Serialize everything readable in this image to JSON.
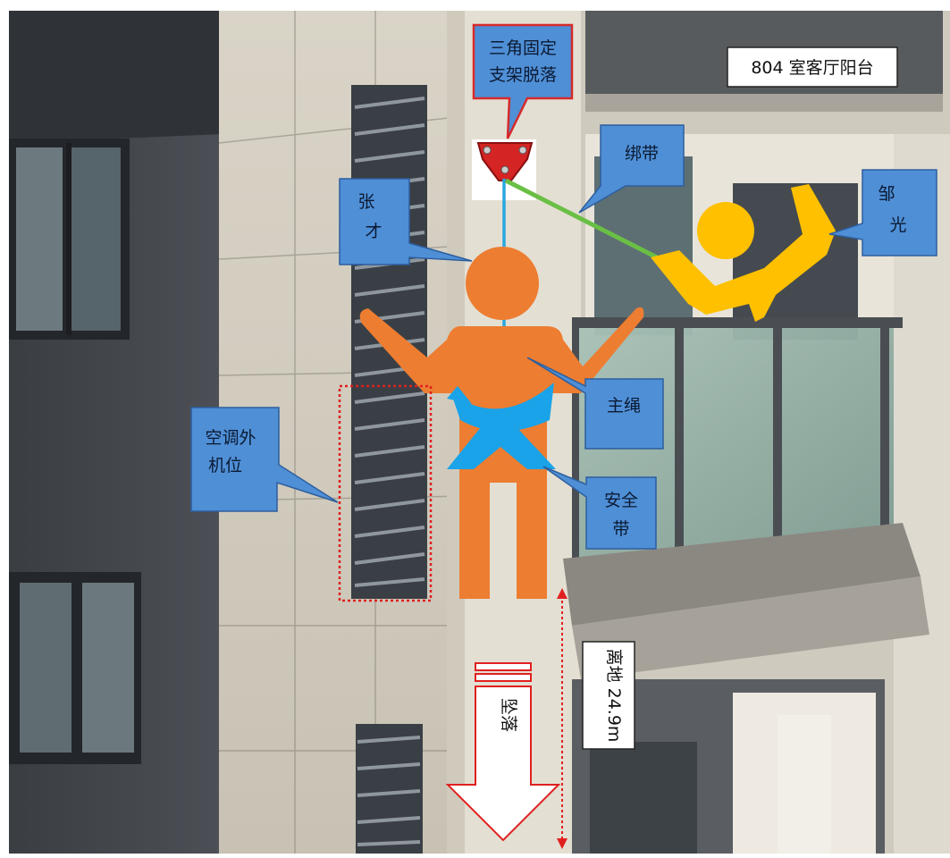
{
  "labels": {
    "room": "804 室客厅阳台",
    "bracket_line1": "三角固定",
    "bracket_line2": "支架脱落",
    "strap": "绑带",
    "worker_a_line1": "张",
    "worker_a_line2": "才",
    "worker_b_line1": "邹",
    "worker_b_line2": "光",
    "main_rope": "主绳",
    "ac_line1": "空调外",
    "ac_line2": "机位",
    "belt_line1": "安全",
    "belt_line2": "带",
    "fall": "坠落",
    "height": "离地 24.9m"
  },
  "colors": {
    "callout_fill": "#4f8fd6",
    "callout_border": "#2d5f9e",
    "bracket_border": "#d62b2b",
    "worker_a": "#ed7d31",
    "worker_b": "#ffc000",
    "main_rope": "#2aa7e0",
    "strap": "#6abf45",
    "belt": "#1aa3e8",
    "ac_box": "#e02020",
    "fall_arrow": "#e02020"
  }
}
